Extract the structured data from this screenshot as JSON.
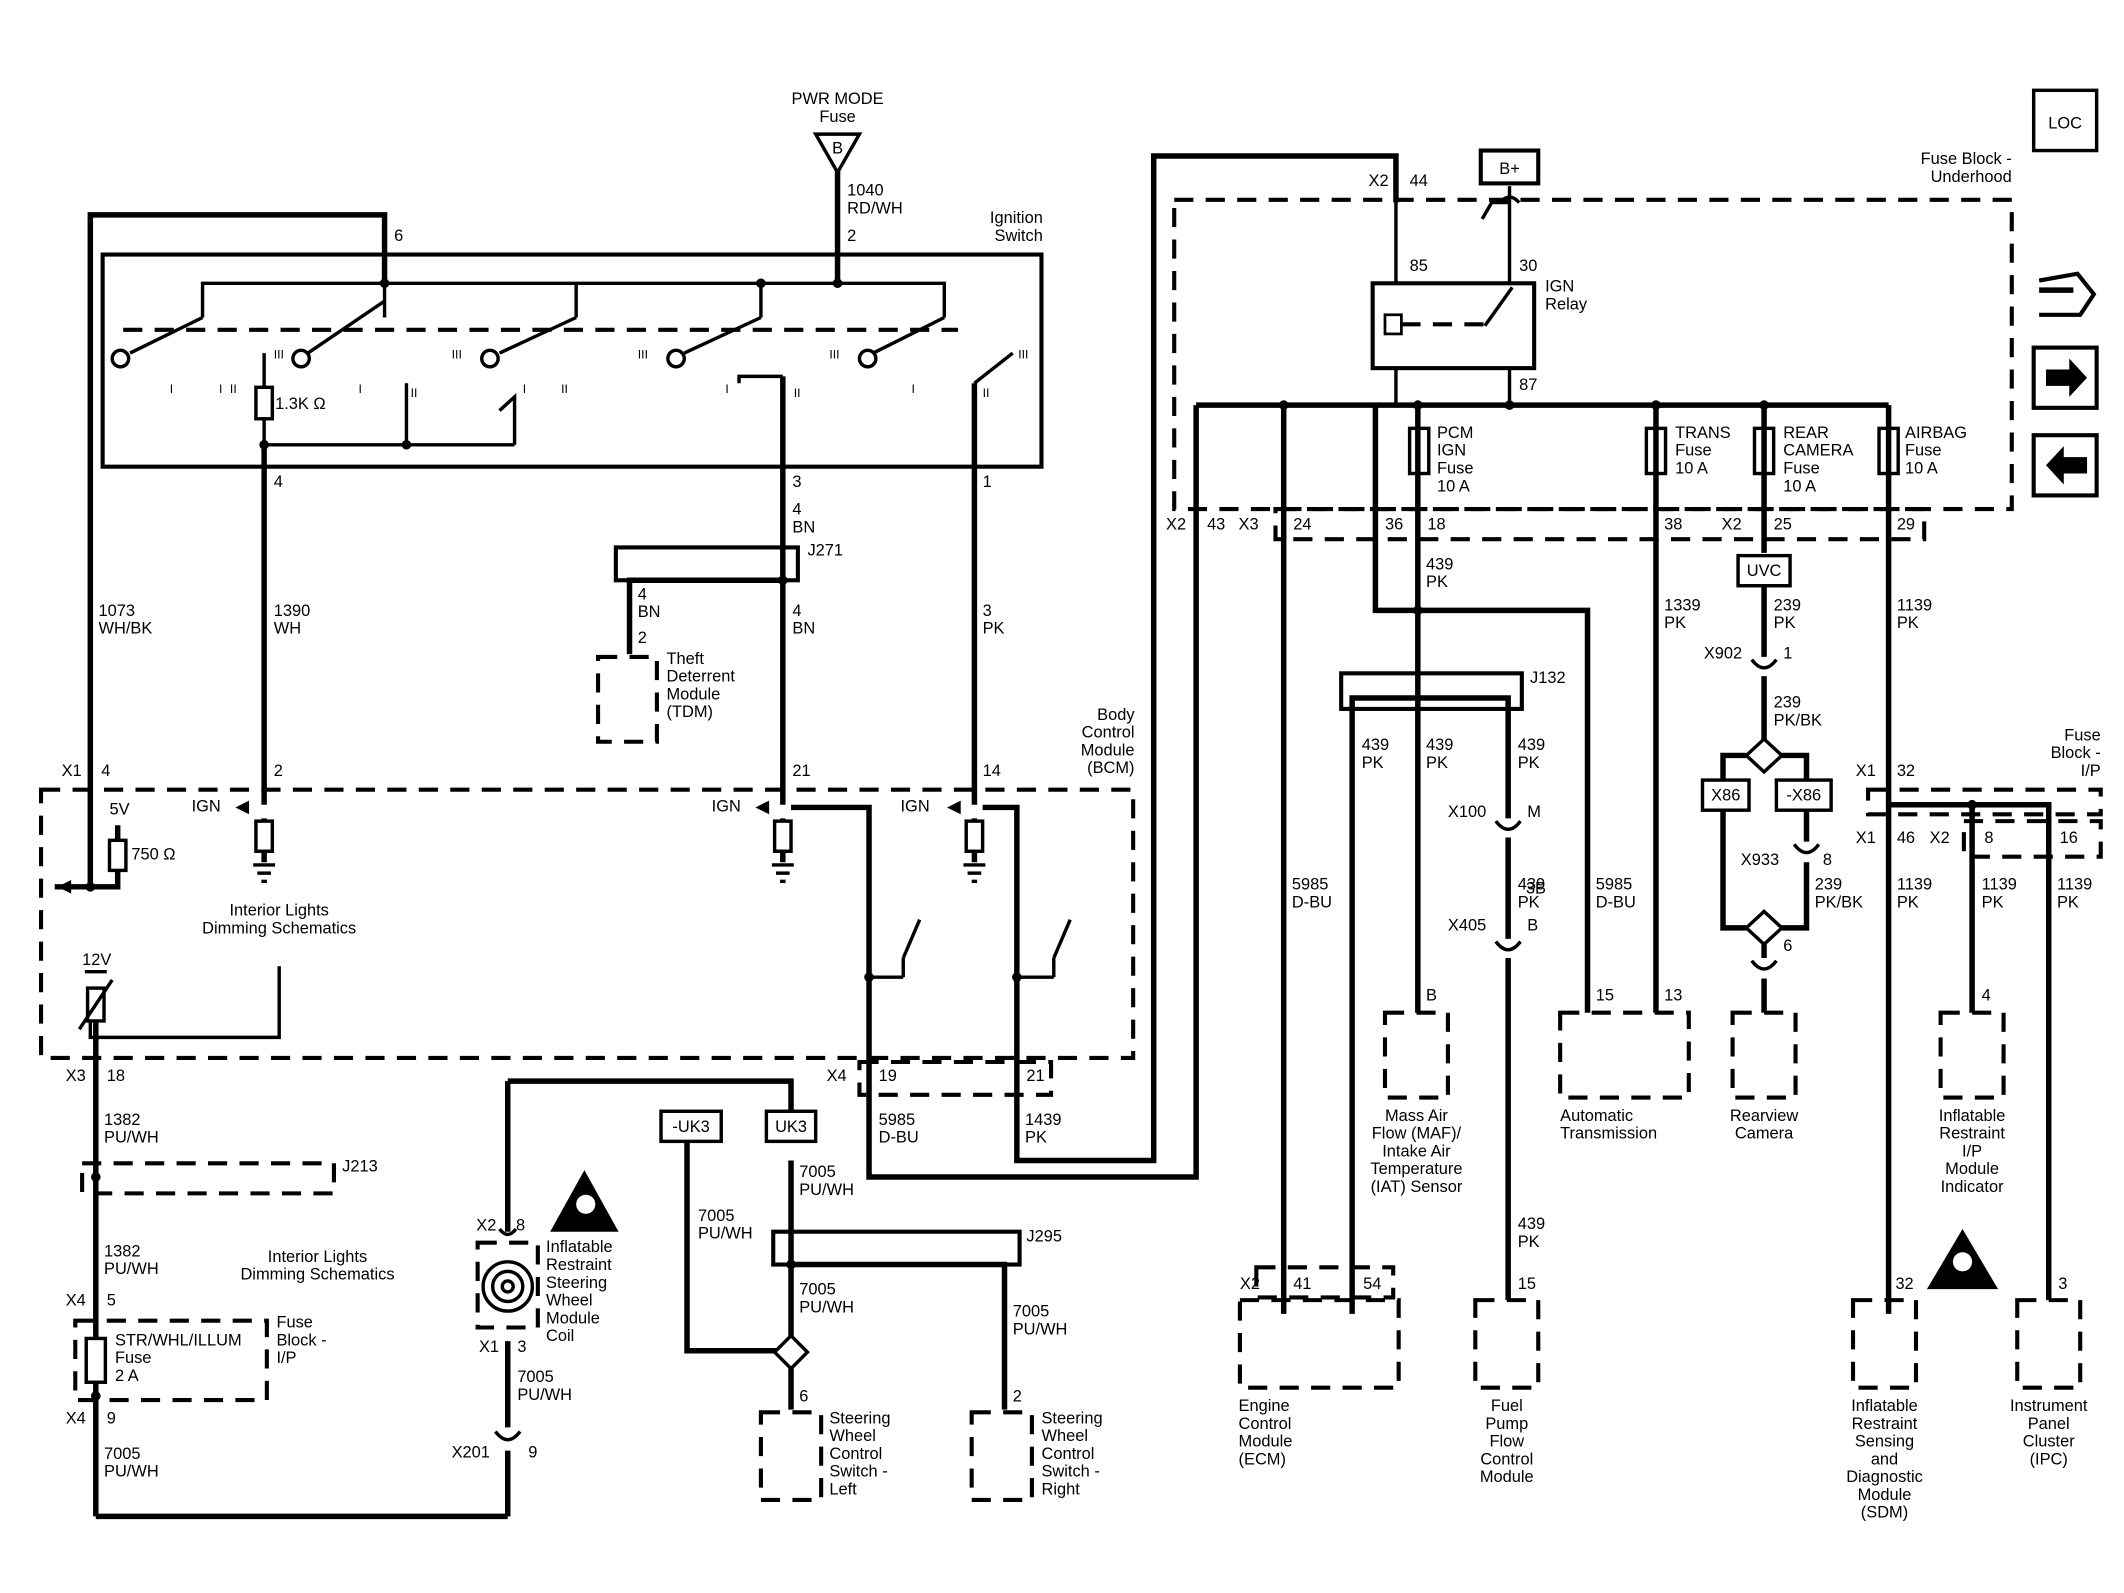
{
  "nav": {
    "loc_label": "LOC",
    "icons": [
      "connector-view-icon",
      "next-arrow-icon",
      "previous-arrow-icon"
    ]
  },
  "labels": {
    "pwr_mode_fuse": [
      "PWR MODE",
      "Fuse"
    ],
    "b_terminal": "B",
    "wire_1040": [
      "1040",
      "RD/WH"
    ],
    "ignition_switch": [
      "Ignition",
      "Switch"
    ],
    "resistor_1_3k": "1.3K Ω",
    "pin_6": "6",
    "pin_2": "2",
    "pin_4": "4",
    "pin_3": "3",
    "pin_1": "1",
    "wire_4bn_top": [
      "4",
      "BN"
    ],
    "j271": "J271",
    "wire_4bn_left": [
      "4",
      "BN"
    ],
    "tdm_pin": "2",
    "tdm": [
      "Theft",
      "Deterrent",
      "Module",
      "(TDM)"
    ],
    "wire_4bn_right": [
      "4",
      "BN"
    ],
    "wire_3pk": [
      "3",
      "PK"
    ],
    "wire_1073": [
      "1073",
      "WH/BK"
    ],
    "wire_1390": [
      "1390",
      "WH"
    ],
    "bcm": [
      "Body",
      "Control",
      "Module",
      "(BCM)"
    ],
    "x1_4": [
      "X1",
      "4"
    ],
    "bcm_pin_2": "2",
    "bcm_pin_21": "21",
    "bcm_pin_14": "14",
    "ign_1": "IGN",
    "ign_2": "IGN",
    "ign_3": "IGN",
    "v5": "5V",
    "r750": "750 Ω",
    "interior_dimming_1": [
      "Interior Lights",
      "Dimming Schematics"
    ],
    "v12": "12V",
    "x3_18": [
      "X3",
      "18"
    ],
    "x4_19_21": [
      "X4",
      "19",
      "21"
    ],
    "wire_5985_dbu_bcm": [
      "5985",
      "D-BU"
    ],
    "wire_1439_pk_bcm": [
      "1439",
      "PK"
    ],
    "wire_1382_a": [
      "1382",
      "PU/WH"
    ],
    "j213": "J213",
    "interior_dimming_2": [
      "Interior Lights",
      "Dimming Schematics"
    ],
    "wire_1382_b": [
      "1382",
      "PU/WH"
    ],
    "x4_5": [
      "X4",
      "5"
    ],
    "str_whl_fuse": [
      "STR/WHL/ILLUM",
      "Fuse",
      "2 A"
    ],
    "fuse_block_ip_left": [
      "Fuse",
      "Block -",
      "I/P"
    ],
    "x4_9": [
      "X4",
      "9"
    ],
    "wire_7005_bottom": [
      "7005",
      "PU/WH"
    ],
    "x2_8": [
      "X2",
      "8"
    ],
    "ir_coil": [
      "Inflatable",
      "Restraint",
      "Steering",
      "Wheel",
      "Module",
      "Coil"
    ],
    "x1_3": [
      "X1",
      "3"
    ],
    "wire_7005_coil": [
      "7005",
      "PU/WH"
    ],
    "x201": [
      "X201",
      "9"
    ],
    "uk3_neg": "-UK3",
    "uk3": "UK3",
    "wire_7005_uk3": [
      "7005",
      "PU/WH"
    ],
    "wire_7005_left": [
      "7005",
      "PU/WH"
    ],
    "j295": "J295",
    "wire_7005_j295a": [
      "7005",
      "PU/WH"
    ],
    "wire_7005_j295b": [
      "7005",
      "PU/WH"
    ],
    "swc_left_pin": "6",
    "swc_left": [
      "Steering",
      "Wheel",
      "Control",
      "Switch -",
      "Left"
    ],
    "swc_right_pin": "2",
    "swc_right": [
      "Steering",
      "Wheel",
      "Control",
      "Switch -",
      "Right"
    ],
    "x2_44": [
      "X2",
      "44"
    ],
    "b_plus": "B+",
    "fuse_block_uh": [
      "Fuse Block -",
      "Underhood"
    ],
    "relay_85": "85",
    "relay_30": "30",
    "relay_87": "87",
    "ign_relay": [
      "IGN",
      "Relay"
    ],
    "pcm_fuse": [
      "PCM",
      "IGN",
      "Fuse",
      "10 A"
    ],
    "trans_fuse": [
      "TRANS",
      "Fuse",
      "10 A"
    ],
    "rear_cam_fuse": [
      "REAR",
      "CAMERA",
      "Fuse",
      "10 A"
    ],
    "airbag_fuse": [
      "AIRBAG",
      "Fuse",
      "10 A"
    ],
    "uh_pins": [
      "X2",
      "43",
      "X3",
      "24",
      "36",
      "18",
      "38",
      "X2",
      "25",
      "29"
    ],
    "wire_439_pk_top": [
      "439",
      "PK"
    ],
    "wire_1339": [
      "1339",
      "PK"
    ],
    "uvc": "UVC",
    "wire_239_pk": [
      "239",
      "PK"
    ],
    "x902": [
      "X902",
      "1"
    ],
    "wire_239_pkbk_a": [
      "239",
      "PK/BK"
    ],
    "wire_1139_a": [
      "1139",
      "PK"
    ],
    "j132": "J132",
    "wire_439_a": [
      "439",
      "PK"
    ],
    "wire_439_b": [
      "439",
      "PK"
    ],
    "wire_439_c": [
      "439",
      "PK"
    ],
    "x100": [
      "X100",
      "M"
    ],
    "wire_439_d": [
      "439",
      "PK"
    ],
    "x405": [
      "X405",
      "3B",
      "B"
    ],
    "wire_5985_left": [
      "5985",
      "D-BU"
    ],
    "wire_5985_right": [
      "5985",
      "D-BU"
    ],
    "x86": "X86",
    "x86_neg": "-X86",
    "x933": [
      "X933",
      "8"
    ],
    "wire_239_pkbk_b": [
      "239",
      "PK/BK"
    ],
    "cam_pin": "6",
    "fuse_block_ip_right": [
      "Fuse",
      "Block -",
      "I/P"
    ],
    "ip_pins": [
      "X1",
      "32",
      "X1",
      "46",
      "X2",
      "8",
      "16"
    ],
    "wire_1139_b": [
      "1139",
      "PK"
    ],
    "wire_1139_c": [
      "1139",
      "PK"
    ],
    "wire_1139_d": [
      "1139",
      "PK"
    ],
    "maf_pin": "B",
    "maf": [
      "Mass Air",
      "Flow (MAF)/",
      "Intake Air",
      "Temperature",
      "(IAT) Sensor"
    ],
    "trans_pins": [
      "15",
      "13"
    ],
    "auto_trans": [
      "Automatic",
      "Transmission"
    ],
    "rear_camera": [
      "Rearview",
      "Camera"
    ],
    "ir_indicator_pin": "4",
    "ir_indicator": [
      "Inflatable",
      "Restraint",
      "I/P",
      "Module",
      "Indicator"
    ],
    "wire_439_e": [
      "439",
      "PK"
    ],
    "ecm_pins": [
      "X2",
      "41",
      "54"
    ],
    "ecm": [
      "Engine",
      "Control",
      "Module",
      "(ECM)"
    ],
    "fuel_pin": "15",
    "fuel_pump": [
      "Fuel",
      "Pump",
      "Flow",
      "Control",
      "Module"
    ],
    "sdm_pin": "32",
    "sdm": [
      "Inflatable",
      "Restraint",
      "Sensing",
      "and",
      "Diagnostic",
      "Module",
      "(SDM)"
    ],
    "ipc_pin": "3",
    "ipc": [
      "Instrument",
      "Panel",
      "Cluster",
      "(IPC)"
    ]
  }
}
